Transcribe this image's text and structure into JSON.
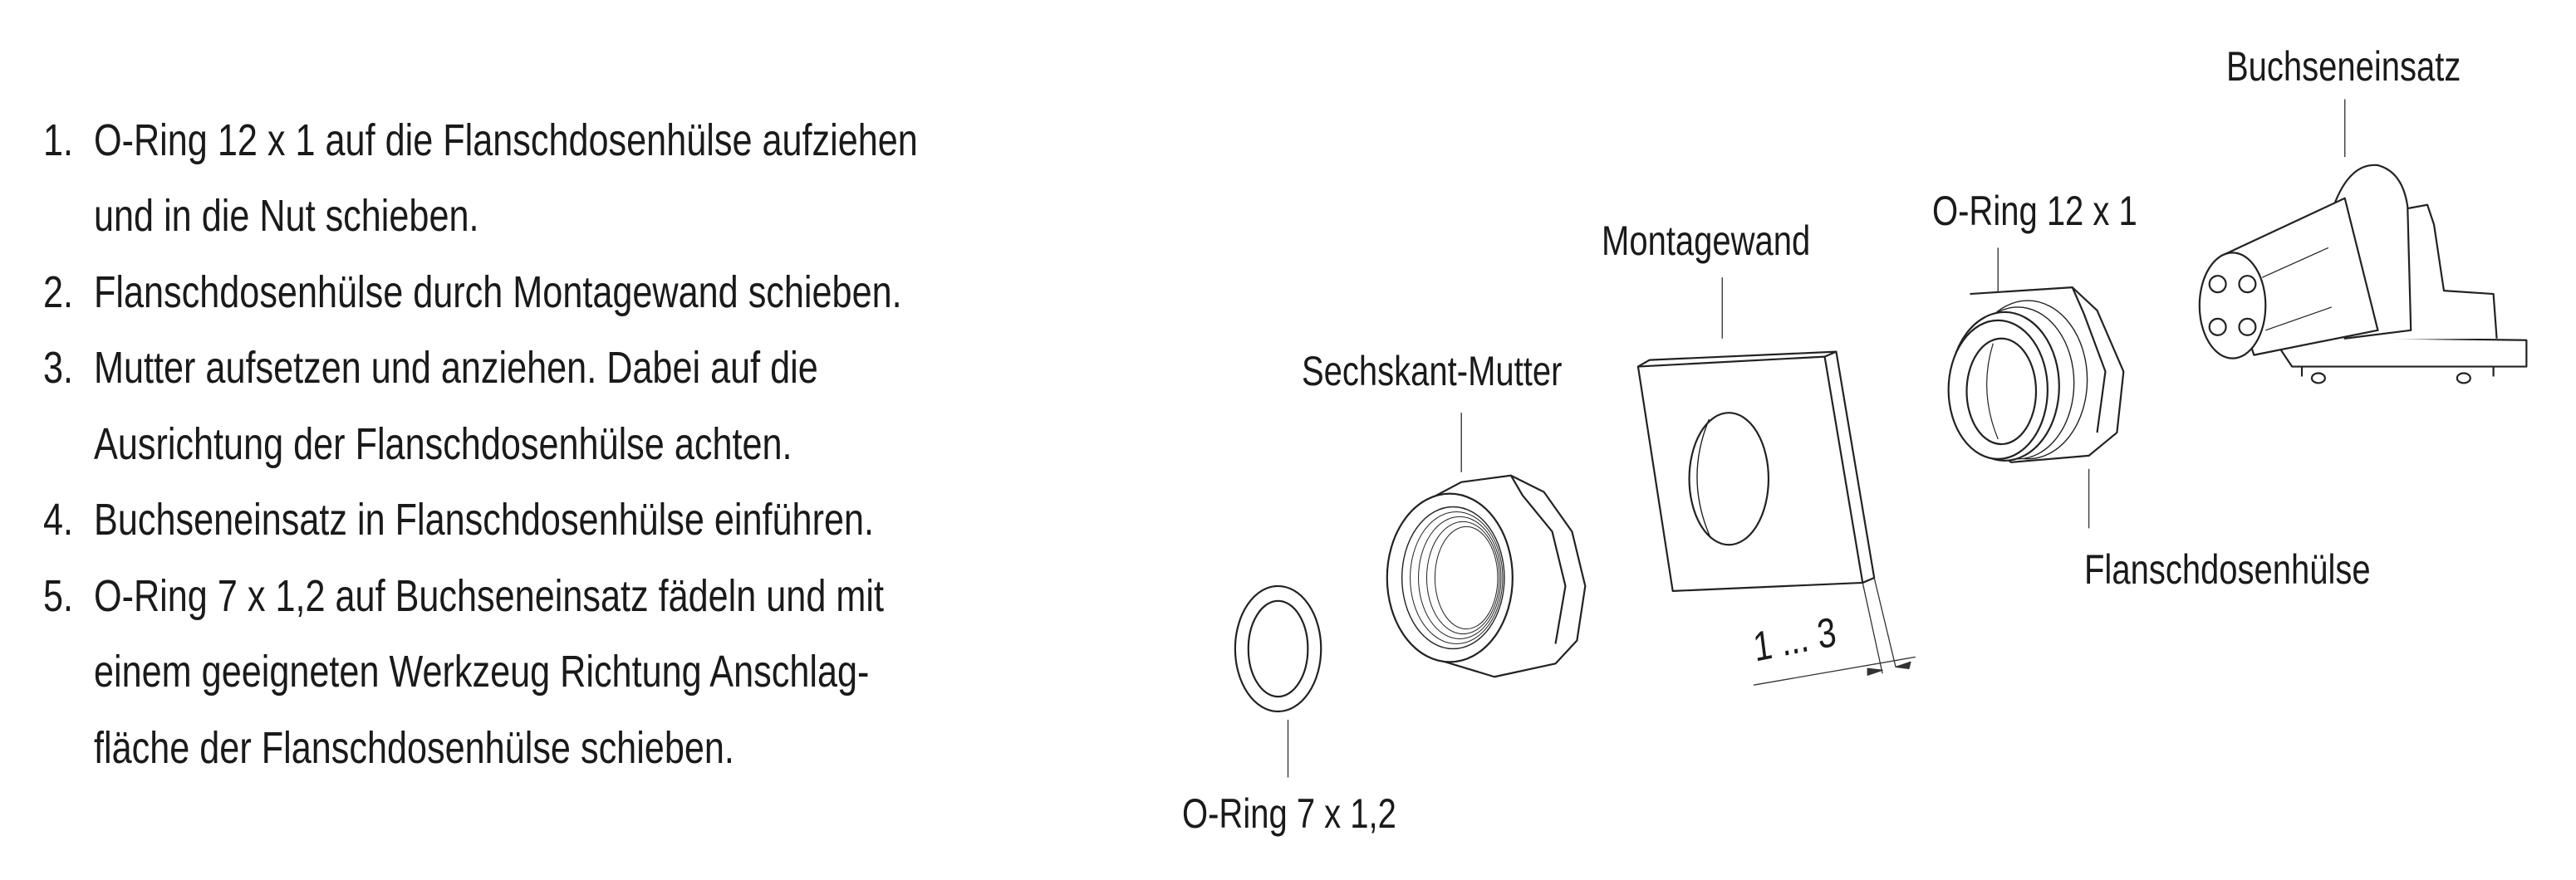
{
  "instructions": [
    {
      "number": "1.",
      "lines": [
        "O-Ring 12 x 1 auf die Flanschdosenhülse aufziehen",
        "und in die Nut schieben."
      ]
    },
    {
      "number": "2.",
      "lines": [
        "Flanschdosenhülse durch Montagewand schieben."
      ]
    },
    {
      "number": "3.",
      "lines": [
        "Mutter aufsetzen und anziehen. Dabei auf die",
        "Ausrichtung der Flanschdosenhülse achten."
      ]
    },
    {
      "number": "4.",
      "lines": [
        "Buchseneinsatz in Flanschdosenhülse einführen."
      ]
    },
    {
      "number": "5.",
      "lines": [
        "O-Ring 7 x 1,2 auf Buchseneinsatz fädeln und mit",
        "einem geeigneten Werkzeug Richtung Anschlag-",
        "fläche der Flanschdosenhülse schieben."
      ]
    }
  ],
  "labels": {
    "buchseneinsatz": "Buchseneinsatz",
    "o_ring_12": "O-Ring 12 x 1",
    "montagewand": "Montagewand",
    "sechskant_mutter": "Sechskant-Mutter",
    "flanschdosenhuelse": "Flanschdosenhülse",
    "o_ring_7": "O-Ring 7 x 1,2",
    "wall_thickness": "1 ... 3"
  }
}
